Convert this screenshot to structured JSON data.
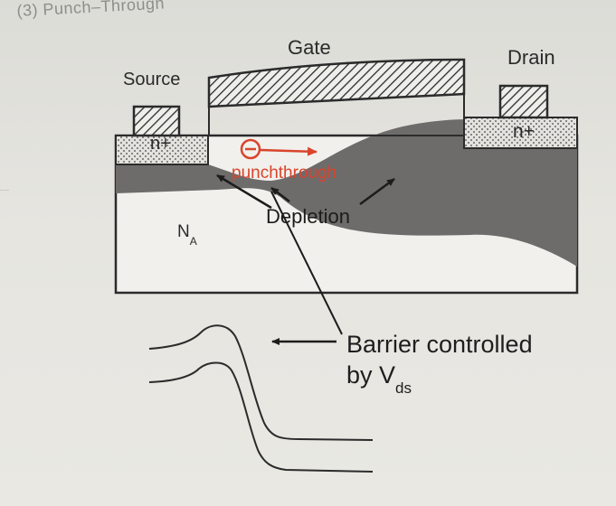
{
  "section_title": "(3) Punch–Through",
  "labels": {
    "gate": "Gate",
    "source": "Source",
    "drain": "Drain",
    "n_plus_left": "n+",
    "n_plus_right": "n+",
    "substrate": "N",
    "substrate_sub": "A",
    "punchthrough": "punchthrough",
    "depletion": "Depletion",
    "barrier_line1": "Barrier controlled",
    "barrier_line2": "by V",
    "barrier_sub": "ds"
  },
  "colors": {
    "depletion": "#6e6b6b",
    "punchthrough": "#d9442c",
    "outline": "#2b2b2b"
  }
}
